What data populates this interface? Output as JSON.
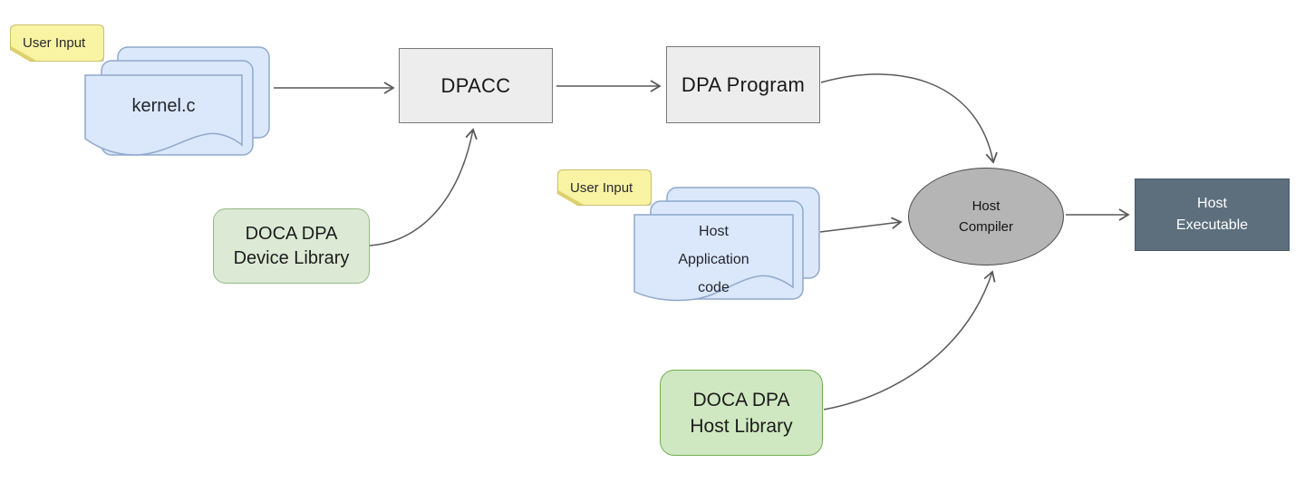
{
  "nodes": {
    "user_input_device": {
      "label": "User Input"
    },
    "kernel_source": {
      "label": "kernel.c"
    },
    "dpacc": {
      "label": "DPACC"
    },
    "dpa_program": {
      "label": "DPA Program"
    },
    "doca_dpa_device_library": {
      "lines": [
        "DOCA DPA",
        "Device Library"
      ]
    },
    "user_input_host": {
      "label": "User Input"
    },
    "host_application_code": {
      "lines": [
        "Host",
        "Application",
        "code"
      ]
    },
    "host_compiler": {
      "lines": [
        "Host",
        "Compiler"
      ]
    },
    "host_executable": {
      "lines": [
        "Host",
        "Executable"
      ]
    },
    "doca_dpa_host_library": {
      "lines": [
        "DOCA DPA",
        "Host Library"
      ]
    }
  },
  "colors": {
    "note_fill": "#f9f3a4",
    "note_fold": "#ddd06e",
    "document_fill": "#dbe8fb",
    "document_stroke": "#90a8cb",
    "process_fill": "#ededed",
    "process_stroke": "#787878",
    "compiler_fill": "#b5b5b5",
    "compiler_stroke": "#4a4a4a",
    "executable_fill": "#5d6e7d",
    "executable_text": "#ffffff",
    "device_library_fill": "#dcead5",
    "device_library_stroke": "#94b886",
    "host_library_fill": "#cfe8c1",
    "host_library_stroke": "#71ad54",
    "arrow": "#595959"
  }
}
